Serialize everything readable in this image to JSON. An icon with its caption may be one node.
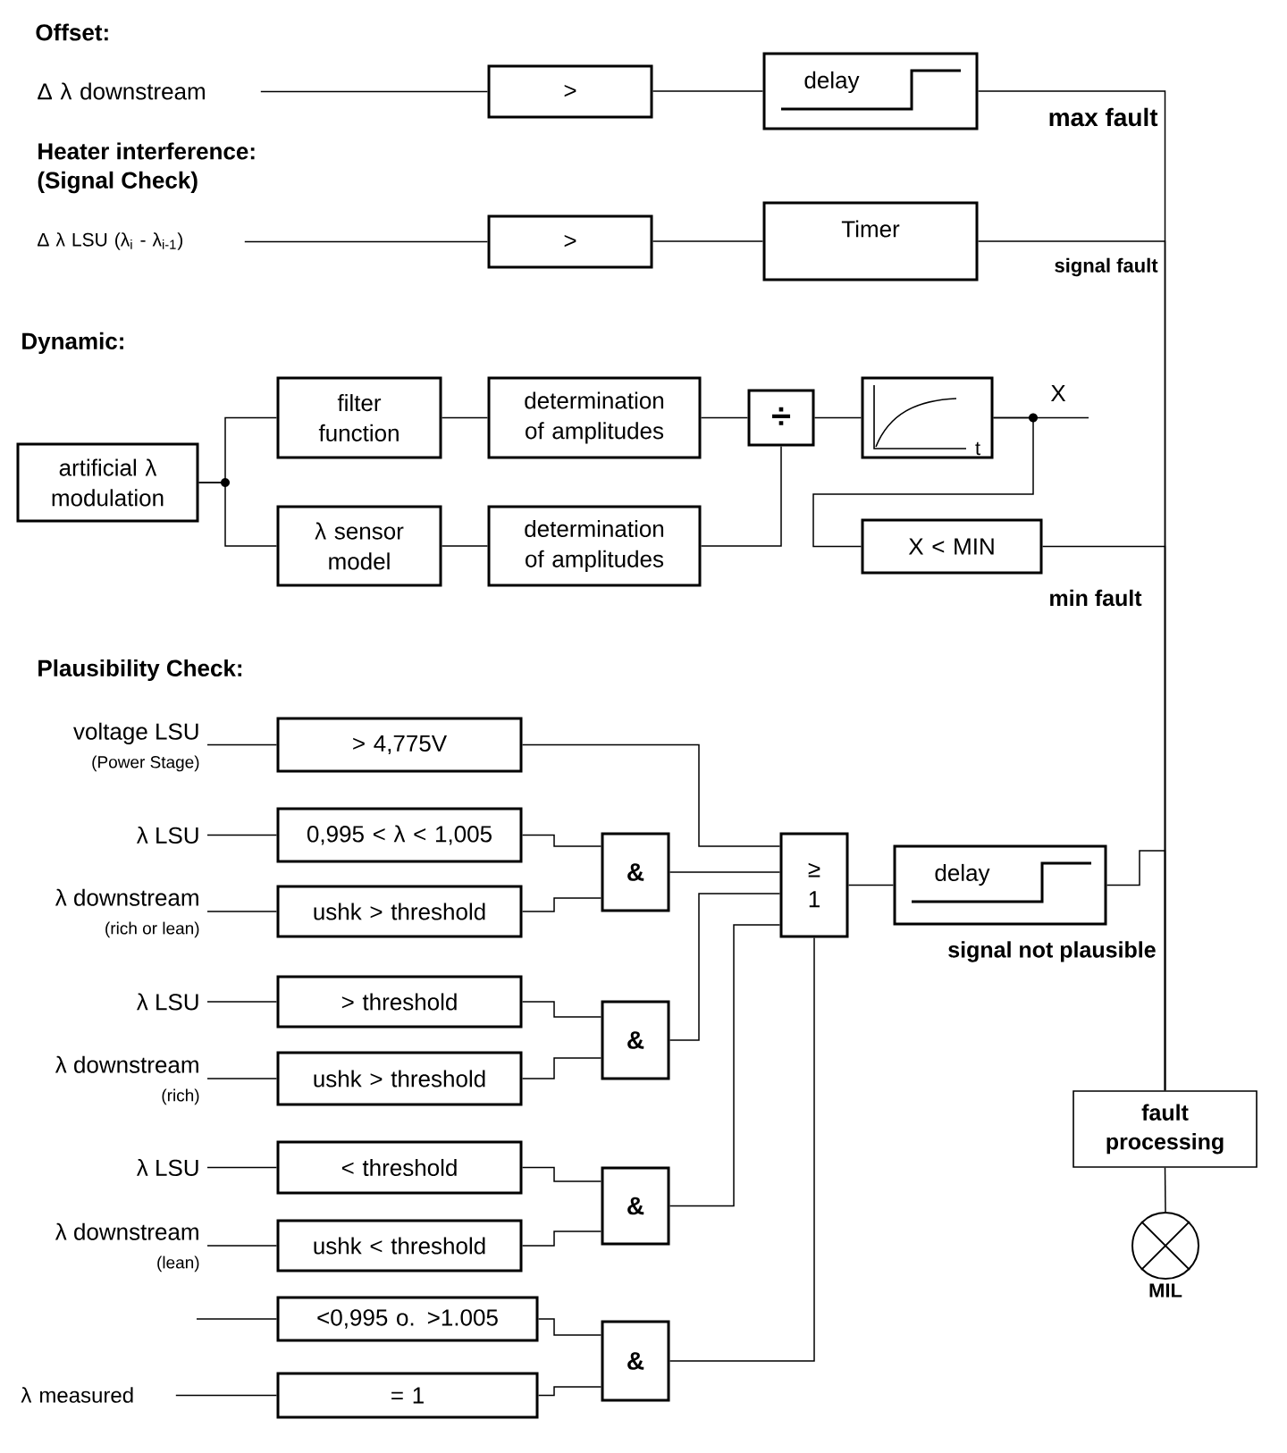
{
  "diagram": {
    "nodes": [
      {
        "text": [
          "Δ λ downstream"
        ]
      },
      {
        "text": [
          ">"
        ]
      },
      {
        "text": [
          "delay"
        ]
      },
      {
        "text": [
          "Δ λ LSU (λ$_{i}$ - λ$_{i-1}$)"
        ]
      },
      {
        "text": [
          ">"
        ]
      },
      {
        "text": [
          "Timer"
        ]
      },
      {
        "text": [
          "artificial λ modulation"
        ]
      },
      {
        "text": [
          "filter function"
        ]
      },
      {
        "text": [
          "determination of amplitudes"
        ]
      },
      {
        "text": [
          "÷"
        ]
      },
      {
        "text": [
          "t"
        ]
      },
      {
        "text": [
          "λ sensor model"
        ]
      },
      {
        "text": [
          "determination of amplitudes"
        ]
      },
      {
        "text": [
          "X < MIN"
        ]
      },
      {
        "text": [
          "voltage LSU",
          "(Power Stage)"
        ]
      },
      {
        "text": [
          "> 4,775V"
        ]
      },
      {
        "text": [
          "λ LSU"
        ]
      },
      {
        "text": [
          "0,995 < λ < 1,005"
        ]
      },
      {
        "text": [
          "λ downstream",
          "(rich or lean)"
        ]
      },
      {
        "text": [
          "ushk > threshold"
        ]
      },
      {
        "text": [
          "&"
        ]
      },
      {
        "text": [
          "λ LSU"
        ]
      },
      {
        "text": [
          "> threshold"
        ]
      },
      {
        "text": [
          "λ downstream",
          "(rich)"
        ]
      },
      {
        "text": [
          "ushk > threshold"
        ]
      },
      {
        "text": [
          "&"
        ]
      },
      {
        "text": [
          "λ LSU"
        ]
      },
      {
        "text": [
          "< threshold"
        ]
      },
      {
        "text": [
          "λ downstream",
          "(lean)"
        ]
      },
      {
        "text": [
          "ushk < threshold"
        ]
      },
      {
        "text": [
          "&"
        ]
      },
      {
        "text": [
          "<0,995 o. >1.005"
        ]
      },
      {
        "text": [
          "λ measured"
        ]
      },
      {
        "text": [
          "= 1"
        ]
      },
      {
        "text": [
          "&"
        ]
      },
      {
        "text": [
          "≥ 1"
        ]
      },
      {
        "text": [
          "delay"
        ]
      },
      {
        "text": [
          "fault processing"
        ]
      },
      {
        "text": [],
        "shape": "circle",
        "beside": [
          "MIL"
        ]
      }
    ],
    "edges": [
      {
        "from": 0,
        "to": 1,
        "arrow": "none"
      },
      {
        "from": 1,
        "to": 2,
        "arrow": "none"
      },
      {
        "from": 2,
        "to": 37,
        "arrow": "none",
        "label": "max fault"
      },
      {
        "from": 3,
        "to": 4,
        "arrow": "none"
      },
      {
        "from": 4,
        "to": 5,
        "arrow": "none"
      },
      {
        "from": 5,
        "to": 37,
        "arrow": "none",
        "label": "signal fault"
      },
      {
        "from": 6,
        "to": 7,
        "arrow": "none"
      },
      {
        "from": 6,
        "to": 11,
        "arrow": "none"
      },
      {
        "from": 7,
        "to": 8,
        "arrow": "none"
      },
      {
        "from": 11,
        "to": 12,
        "arrow": "none"
      },
      {
        "from": 8,
        "to": 9,
        "arrow": "none"
      },
      {
        "from": 12,
        "to": 9,
        "arrow": "none"
      },
      {
        "from": 9,
        "to": 10,
        "arrow": "none"
      },
      {
        "from": 10,
        "to": null,
        "arrow": "none",
        "label": "X"
      },
      {
        "from": 10,
        "to": 13,
        "arrow": "none"
      },
      {
        "from": 13,
        "to": 37,
        "arrow": "none",
        "label": "min fault"
      },
      {
        "from": 14,
        "to": 15,
        "arrow": "none"
      },
      {
        "from": 15,
        "to": 35,
        "arrow": "none"
      },
      {
        "from": 16,
        "to": 17,
        "arrow": "none"
      },
      {
        "from": 17,
        "to": 20,
        "arrow": "none"
      },
      {
        "from": 18,
        "to": 19,
        "arrow": "none"
      },
      {
        "from": 19,
        "to": 20,
        "arrow": "none"
      },
      {
        "from": 20,
        "to": 35,
        "arrow": "none"
      },
      {
        "from": 21,
        "to": 22,
        "arrow": "none"
      },
      {
        "from": 22,
        "to": 25,
        "arrow": "none"
      },
      {
        "from": 23,
        "to": 24,
        "arrow": "none"
      },
      {
        "from": 24,
        "to": 25,
        "arrow": "none"
      },
      {
        "from": 25,
        "to": 35,
        "arrow": "none"
      },
      {
        "from": 26,
        "to": 27,
        "arrow": "none"
      },
      {
        "from": 27,
        "to": 30,
        "arrow": "none"
      },
      {
        "from": 28,
        "to": 29,
        "arrow": "none"
      },
      {
        "from": 29,
        "to": 30,
        "arrow": "none"
      },
      {
        "from": 30,
        "to": 35,
        "arrow": "none"
      },
      {
        "from": null,
        "to": 31,
        "arrow": "none"
      },
      {
        "from": 32,
        "to": 33,
        "arrow": "none"
      },
      {
        "from": 31,
        "to": 34,
        "arrow": "none"
      },
      {
        "from": 33,
        "to": 34,
        "arrow": "none"
      },
      {
        "from": 34,
        "to": 35,
        "arrow": "none"
      },
      {
        "from": 35,
        "to": 36,
        "arrow": "none"
      },
      {
        "from": 36,
        "to": 37,
        "arrow": "none",
        "label": "signal not plausible"
      },
      {
        "from": 37,
        "to": 38,
        "arrow": "none"
      }
    ],
    "labels": [
      "Offset:",
      "Heater interference:",
      "(Signal Check)",
      "Dynamic:",
      "Plausibility Check:"
    ]
  }
}
